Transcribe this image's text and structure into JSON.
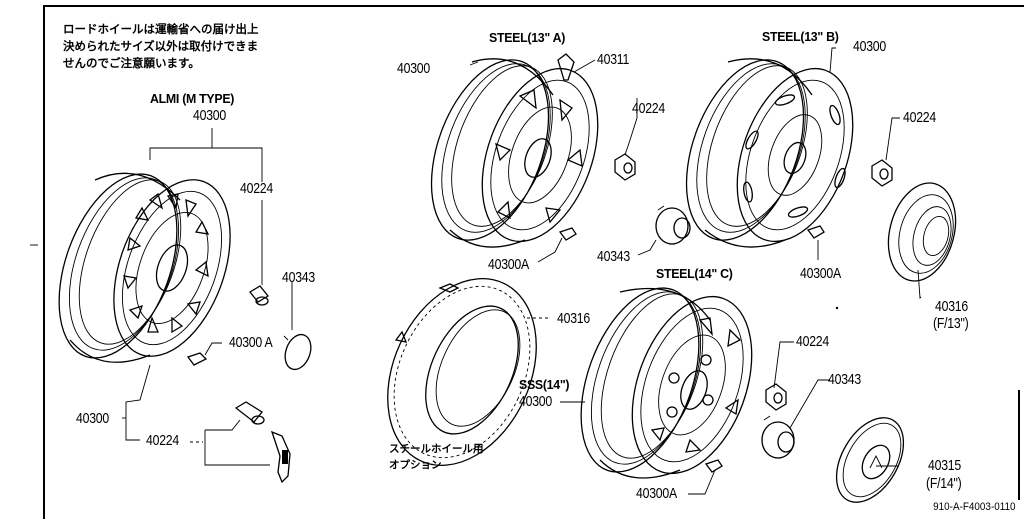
{
  "diagram": {
    "title_note": {
      "lines": [
        "ロードホイールは運輸省への届け出上",
        "決められたサイズ以外は取付けできま",
        "せんのでご注意願います。"
      ]
    },
    "groups": {
      "almi": {
        "label": "ALMI (M TYPE)",
        "part_no": "40300"
      },
      "steel_13a": {
        "label": "STEEL(13\" A)"
      },
      "steel_13b": {
        "label": "STEEL(13\" B)"
      },
      "steel_14c": {
        "label": "STEEL(14\" C)"
      },
      "sss_14": {
        "label": "SSS(14\")"
      }
    },
    "part_labels": {
      "almi_40224": "40224",
      "almi_40343": "40343",
      "almi_40300a": "40300 A",
      "almi_40300": "40300",
      "almi_40224_b": "40224",
      "a_40300": "40300",
      "a_40311": "40311",
      "a_40224": "40224",
      "a_40343": "40343",
      "a_40300a": "40300A",
      "b_40300": "40300",
      "b_40224": "40224",
      "b_40300a": "40300A",
      "b_40316": "40316",
      "b_40316_note": "(F/13\")",
      "ring_40316": "40316",
      "c_40300": "40300",
      "c_40224": "40224",
      "c_40343": "40343",
      "c_40300a": "40300A",
      "c_40315": "40315",
      "c_40315_note": "(F/14\")"
    },
    "option_note": {
      "lines": [
        "スチールホイール用",
        "オプション"
      ]
    },
    "document_id": "910-A-F4003-0110"
  }
}
